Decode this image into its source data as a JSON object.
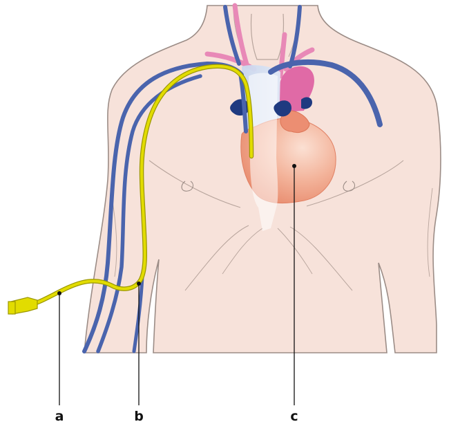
{
  "labels": {
    "a": "a",
    "b": "b",
    "c": "c"
  },
  "colors": {
    "skin": "#f7e2da",
    "skin_outline": "#9b8c86",
    "vein": "#4a64ad",
    "vein_dark": "#1f3a80",
    "artery": "#e889b7",
    "catheter": "#e2dc00",
    "catheter_outline": "#9c9800",
    "heart": "#ee9c7e",
    "heart_light": "#f9d7c8",
    "pointer_line": "#111111"
  }
}
